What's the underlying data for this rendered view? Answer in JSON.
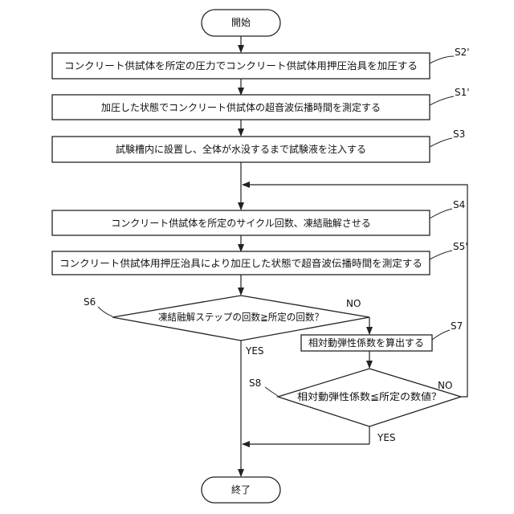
{
  "nodes": {
    "start": "開始",
    "s2p": "コンクリート供試体を所定の圧力でコンクリート供試体用押圧治具を加圧する",
    "s1p": "加圧した状態でコンクリート供試体の超音波伝播時間を測定する",
    "s3": "試験槽内に設置し、全体が水没するまで試験液を注入する",
    "s4": "コンクリート供試体を所定のサイクル回数、凍結融解させる",
    "s5p": "コンクリート供試体用押圧治具により加圧した状態で超音波伝播時間を測定する",
    "s6": "凍結融解ステップの回数≧所定の回数？",
    "s7": "相対動弾性係数を算出する",
    "s8": "相対動弾性係数≦所定の数値？",
    "end": "終了"
  },
  "step_labels": {
    "s2p": "S2'",
    "s1p": "S1'",
    "s3": "S3",
    "s4": "S4",
    "s5p": "S5'",
    "s6": "S6",
    "s7": "S7",
    "s8": "S8"
  },
  "branch_labels": {
    "s6_no": "NO",
    "s6_yes": "YES",
    "s8_no": "NO",
    "s8_yes": "YES"
  }
}
